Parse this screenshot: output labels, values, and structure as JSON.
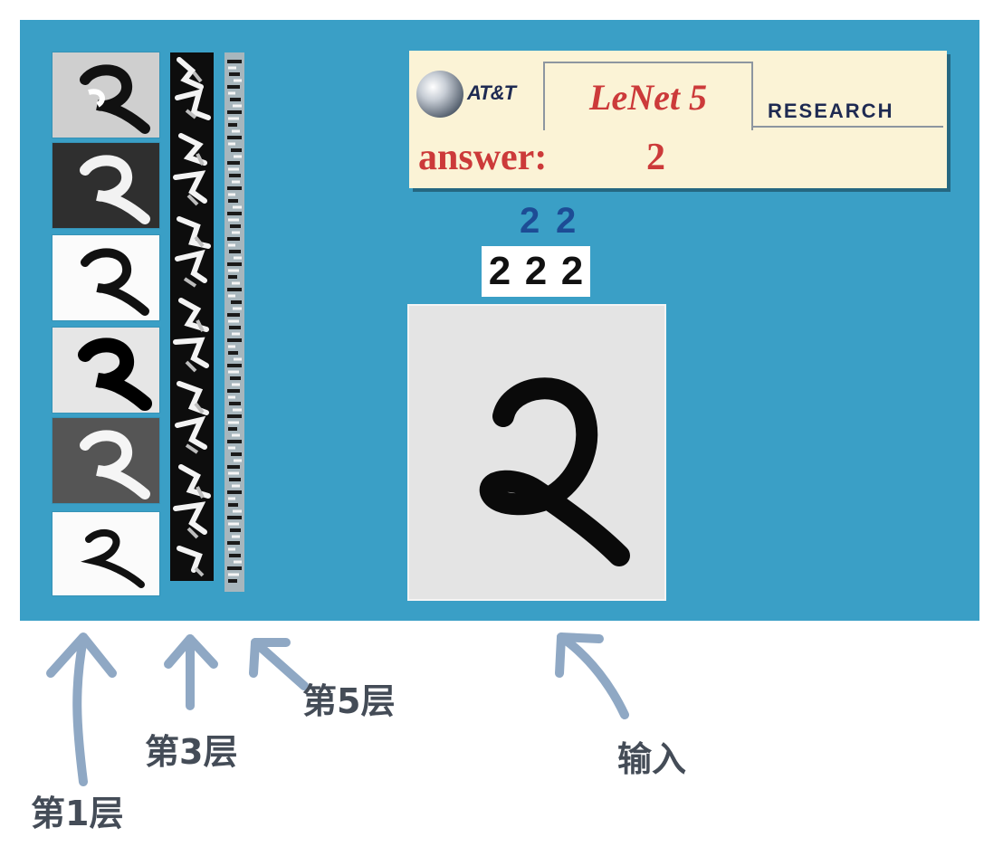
{
  "header": {
    "logo_text": "AT&T",
    "title": "LeNet 5",
    "tag": "RESEARCH",
    "answer_label": "answer:",
    "answer_value": "2"
  },
  "output_top": [
    "2",
    "2"
  ],
  "output_digits": [
    "2",
    "2",
    "2"
  ],
  "input_digit": "2",
  "labels": {
    "layer1": "第1层",
    "layer3": "第3层",
    "layer5": "第5层",
    "input": "输入"
  },
  "colors": {
    "panel": "#3a9fc6",
    "header_bg": "#fbf3d6",
    "title_red": "#cc3a3a",
    "navy": "#1e2a52",
    "arrow": "#8fa8c4"
  }
}
